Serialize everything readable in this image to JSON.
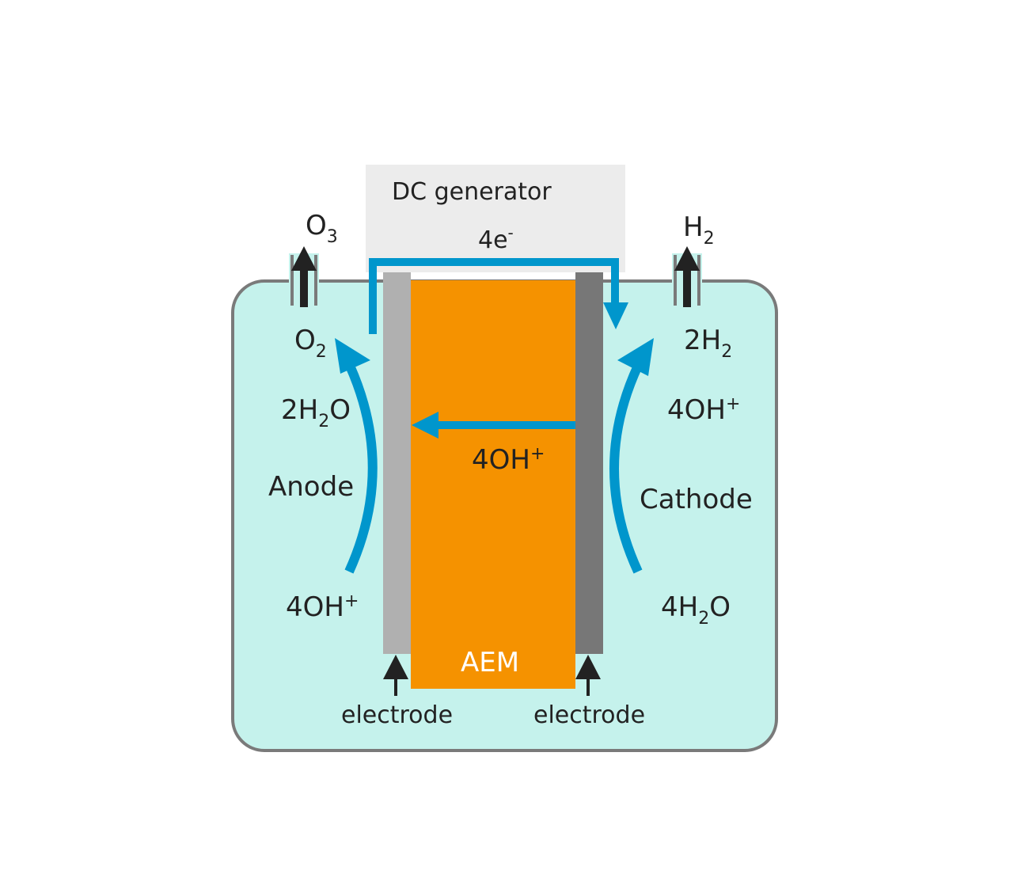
{
  "colors": {
    "electrolyte": "#c5f2ec",
    "tank_border": "#7a7a7a",
    "generator_bg": "#ececec",
    "anode_plate": "#b0b0b0",
    "cathode_plate": "#777777",
    "membrane": "#f59200",
    "flow_arrow": "#0096cc",
    "black_arrow": "#222222",
    "text": "#222222",
    "membrane_text": "#ffffff"
  },
  "generator": {
    "label": "DC generator"
  },
  "electron": {
    "base": "4e",
    "sup": "-"
  },
  "outlet_left": {
    "base": "O",
    "sub": "3"
  },
  "outlet_right": {
    "base": "H",
    "sub": "2"
  },
  "anode": {
    "title": "Anode",
    "product": {
      "base": "O",
      "sub": "2"
    },
    "water": {
      "pre": "2H",
      "sub": "2",
      "post": "O"
    },
    "reactant": {
      "base": "4OH",
      "sup": "+"
    }
  },
  "cathode": {
    "title": "Cathode",
    "product": {
      "pre": "2H",
      "sub": "2"
    },
    "hydroxide": {
      "base": "4OH",
      "sup": "+"
    },
    "water": {
      "pre": "4H",
      "sub": "2",
      "post": "O"
    }
  },
  "membrane": {
    "label": "AEM",
    "ion": {
      "base": "4OH",
      "sup": "+"
    }
  },
  "electrodes": {
    "left_label": "electrode",
    "right_label": "electrode"
  }
}
